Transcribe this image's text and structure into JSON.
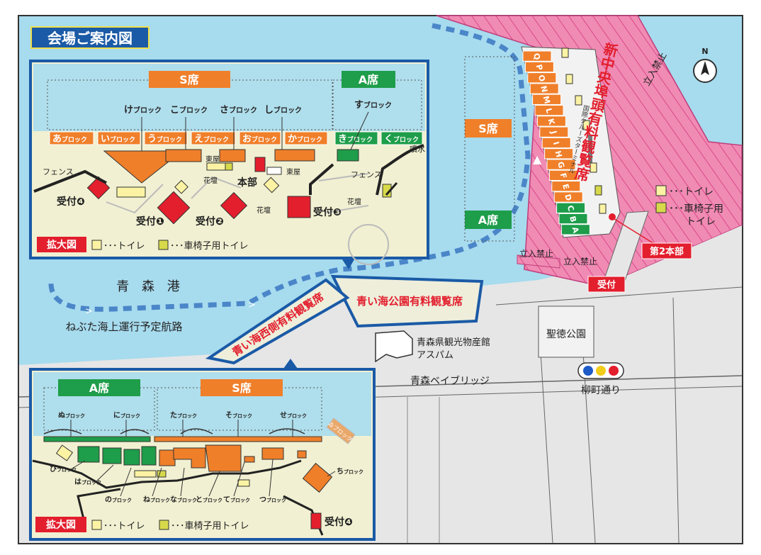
{
  "title": "会場ご案内図",
  "places": {
    "harbor": "青 森 港",
    "route": "ねぶた海上運行予定航路",
    "pier_stand": "新中央埠頭有料観覧席",
    "west_stand": "青い海西側有料観覧席",
    "park_stand": "青い海公園有料観覧席",
    "aspam_1": "青森県観光物産館",
    "aspam_2": "アスパム",
    "bridge": "青森ベイブリッジ",
    "shotoku_park": "聖徳公園",
    "yanagi_st": "柳町通り",
    "terminal": "国際クルーズターミナル",
    "no_entry": "立入禁止",
    "hq2": "第2本部",
    "reception": "受付",
    "north": "N"
  },
  "main_map": {
    "s_seats": "S席",
    "a_seats": "A席",
    "pier_rows": [
      "Q",
      "P",
      "O",
      "N",
      "M",
      "L",
      "K",
      "J",
      "I",
      "H",
      "G",
      "F",
      "E",
      "D",
      "C",
      "B",
      "A"
    ],
    "legend_toilet": "･･･トイレ",
    "legend_wheel_1": "･･･車椅子用",
    "legend_wheel_2": "トイレ"
  },
  "top_inset": {
    "s_header": "S席",
    "a_header": "A席",
    "blocks": [
      {
        "k": "あ",
        "s": "ブロック"
      },
      {
        "k": "い",
        "s": "ブロック"
      },
      {
        "k": "う",
        "s": "ブロック"
      },
      {
        "k": "え",
        "s": "ブロック"
      },
      {
        "k": "お",
        "s": "ブロック"
      },
      {
        "k": "か",
        "s": "ブロック"
      },
      {
        "k": "き",
        "s": "ブロック"
      },
      {
        "k": "く",
        "s": "ブロック"
      }
    ],
    "upper": [
      {
        "k": "け",
        "s": "ブロック"
      },
      {
        "k": "こ",
        "s": "ブロック"
      },
      {
        "k": "さ",
        "s": "ブロック"
      },
      {
        "k": "し",
        "s": "ブロック"
      },
      {
        "k": "す",
        "s": "ブロック"
      }
    ],
    "fence": "フェンス",
    "fountain": "噴水",
    "azumaya": "東屋",
    "kadan": "花壇",
    "hq": "本部",
    "receptions": [
      "受付❹",
      "受付❶",
      "受付❷",
      "受付❸"
    ],
    "legend_title": "拡大図",
    "legend_toilet": "･･･トイレ",
    "legend_wheel": "･･･車椅子用トイレ"
  },
  "bottom_inset": {
    "a_header": "A席",
    "s_header": "S席",
    "top_labels": [
      {
        "k": "ぬ",
        "s": "ブロック"
      },
      {
        "k": "に",
        "s": "ブロック"
      },
      {
        "k": "た",
        "s": "ブロック"
      },
      {
        "k": "そ",
        "s": "ブロック"
      },
      {
        "k": "せ",
        "s": "ブロック"
      }
    ],
    "lower_labels": [
      {
        "k": "ひ",
        "s": "ブロック"
      },
      {
        "k": "は",
        "s": "ブロック"
      },
      {
        "k": "の",
        "s": "ブロック"
      },
      {
        "k": "ね",
        "s": "ブロック"
      },
      {
        "k": "な",
        "s": "ブロック"
      },
      {
        "k": "と",
        "s": "ブロック"
      },
      {
        "k": "て",
        "s": "ブロック"
      },
      {
        "k": "つ",
        "s": "ブロック"
      },
      {
        "k": "ち",
        "s": "ブロック"
      }
    ],
    "side_tag": "ゐブロック",
    "reception": "受付❹",
    "legend_title": "拡大図",
    "legend_toilet": "･･･トイレ",
    "legend_wheel": "･･･車椅子用トイレ"
  },
  "colors": {
    "sea": "#a7dbee",
    "land": "#e6e6e6",
    "pier": "#f08bb4",
    "inset_bg": "#f1f0d2",
    "inset_border": "#1a5aa6",
    "s_orange": "#f07f2a",
    "a_green": "#1e9d4a",
    "red": "#e31e2d",
    "toilet": "#fbf3a3",
    "wheel": "#d7d94a",
    "route": "#4a86c8"
  }
}
